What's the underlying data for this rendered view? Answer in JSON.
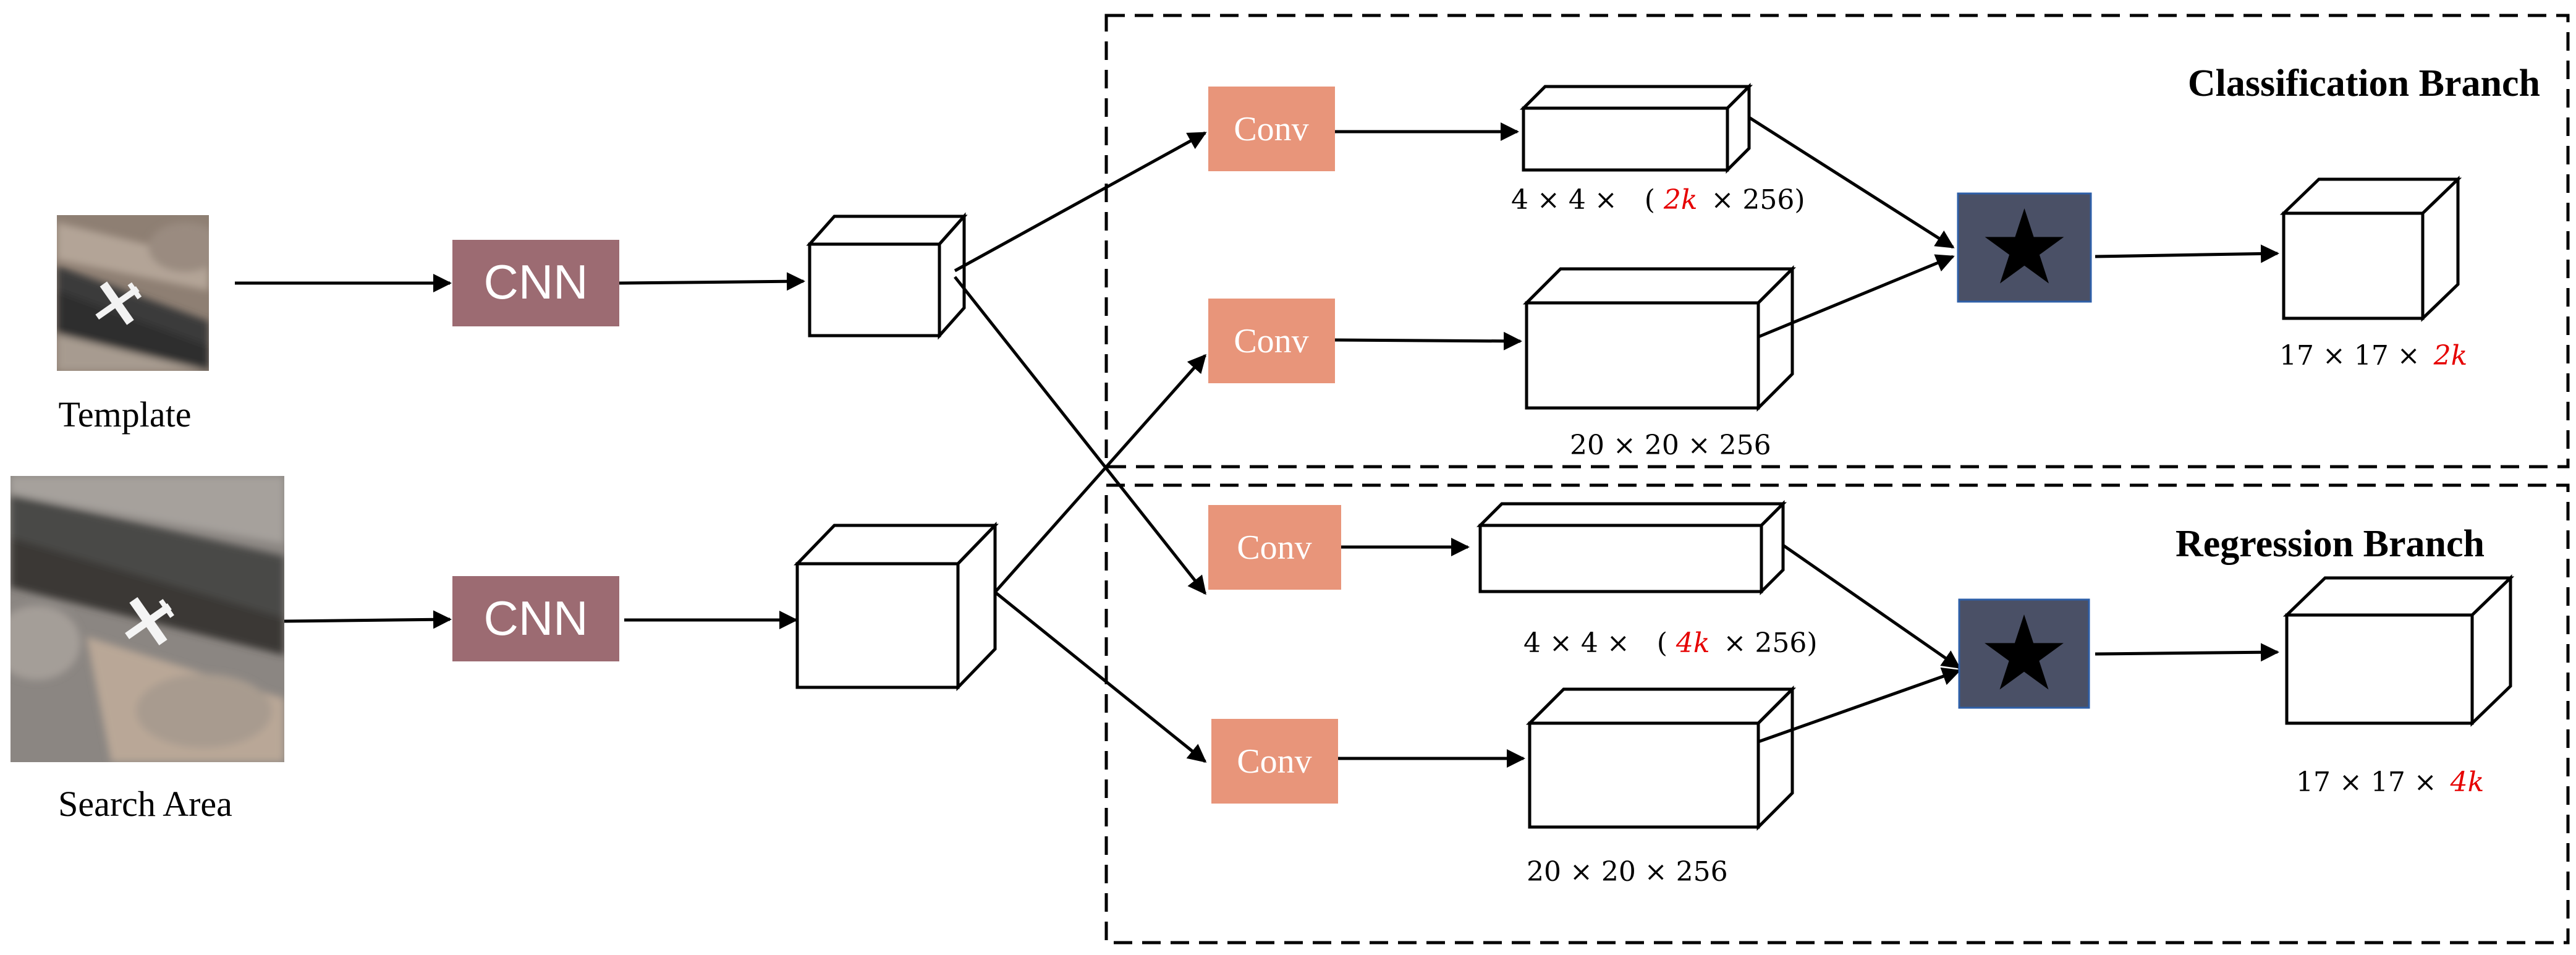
{
  "colors": {
    "cnn": "#9c6b72",
    "conv": "#e8957a",
    "star_box": "#4a5066",
    "accent_red": "#e60000",
    "line": "#000000",
    "dash": "#000000"
  },
  "icons": {
    "correlation": "star-icon"
  },
  "labels": {
    "template": "Template",
    "search_area": "Search Area",
    "cnn_top": "CNN",
    "cnn_bottom": "CNN",
    "conv": "Conv",
    "classification_branch": "Classification Branch",
    "regression_branch": "Regression Branch"
  },
  "dims": {
    "cls_kernel": {
      "prefix": "4 × 4 ×",
      "open": "(",
      "k": "2k",
      "suffix": "× 256)"
    },
    "cls_search": "20 × 20 × 256",
    "cls_out": {
      "prefix": "17 × 17 ×",
      "k": "2k"
    },
    "reg_kernel": {
      "prefix": "4 × 4 ×",
      "open": "(",
      "k": "4k",
      "suffix": "× 256)"
    },
    "reg_search": "20 × 20 × 256",
    "reg_out": {
      "prefix": "17 × 17 ×",
      "k": "4k"
    }
  }
}
